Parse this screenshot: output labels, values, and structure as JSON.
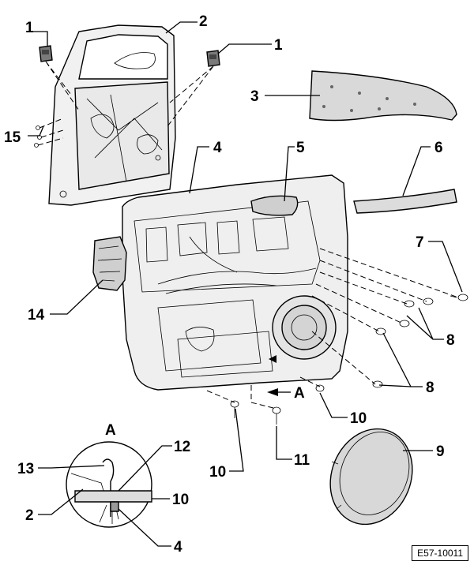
{
  "figure": {
    "reference_code": "E57-10011",
    "detail_label": "A",
    "view_arrow_label": "A"
  },
  "callouts": [
    {
      "id": "c1a",
      "text": "1"
    },
    {
      "id": "c2a",
      "text": "2"
    },
    {
      "id": "c1b",
      "text": "1"
    },
    {
      "id": "c3",
      "text": "3"
    },
    {
      "id": "c15",
      "text": "15"
    },
    {
      "id": "c4a",
      "text": "4"
    },
    {
      "id": "c5",
      "text": "5"
    },
    {
      "id": "c6",
      "text": "6"
    },
    {
      "id": "c7",
      "text": "7"
    },
    {
      "id": "c14",
      "text": "14"
    },
    {
      "id": "c8a",
      "text": "8"
    },
    {
      "id": "c8b",
      "text": "8"
    },
    {
      "id": "c10a",
      "text": "10"
    },
    {
      "id": "c11",
      "text": "11"
    },
    {
      "id": "c10b",
      "text": "10"
    },
    {
      "id": "c9",
      "text": "9"
    },
    {
      "id": "c12",
      "text": "12"
    },
    {
      "id": "c13",
      "text": "13"
    },
    {
      "id": "c10c",
      "text": "10"
    },
    {
      "id": "c2b",
      "text": "2"
    },
    {
      "id": "c4b",
      "text": "4"
    }
  ]
}
